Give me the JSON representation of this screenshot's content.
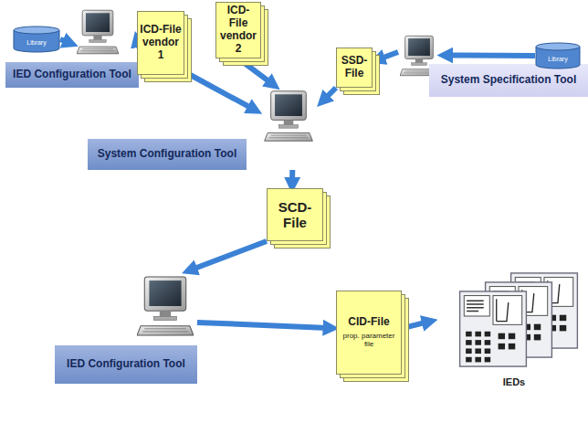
{
  "diagram": {
    "nodes": [
      {
        "text": [
          "Library"
        ]
      },
      {
        "text": [
          "IED Configuration Tool"
        ]
      },
      {
        "text": [
          "ICD-File vendor 1"
        ]
      },
      {
        "text": [
          "ICD-File vendor 2"
        ]
      },
      {
        "text": [
          "SSD-File"
        ]
      },
      {
        "text": [
          "System Specification Tool"
        ]
      },
      {
        "text": [
          "Library"
        ]
      },
      {
        "text": [
          "System Configuration Tool"
        ]
      },
      {
        "text": [
          "SCD-File"
        ]
      },
      {
        "text": [
          "IED Configuration Tool"
        ]
      },
      {
        "text": [
          "CID-File",
          "prop. parameter file"
        ]
      },
      {
        "text": [
          "IEDs"
        ]
      }
    ],
    "edges": [
      {
        "from": 0,
        "to": 1,
        "arrow": "to"
      },
      {
        "from": 1,
        "to": 2,
        "arrow": "to"
      },
      {
        "from": 2,
        "to": 7,
        "arrow": "to"
      },
      {
        "from": 3,
        "to": 7,
        "arrow": "to"
      },
      {
        "from": 4,
        "to": 7,
        "arrow": "to"
      },
      {
        "from": 5,
        "to": 4,
        "arrow": "to"
      },
      {
        "from": 6,
        "to": 5,
        "arrow": "to"
      },
      {
        "from": 7,
        "to": 8,
        "arrow": "to"
      },
      {
        "from": 8,
        "to": 9,
        "arrow": "to"
      },
      {
        "from": 9,
        "to": 10,
        "arrow": "to"
      },
      {
        "from": 10,
        "to": 11,
        "arrow": "to"
      }
    ]
  }
}
